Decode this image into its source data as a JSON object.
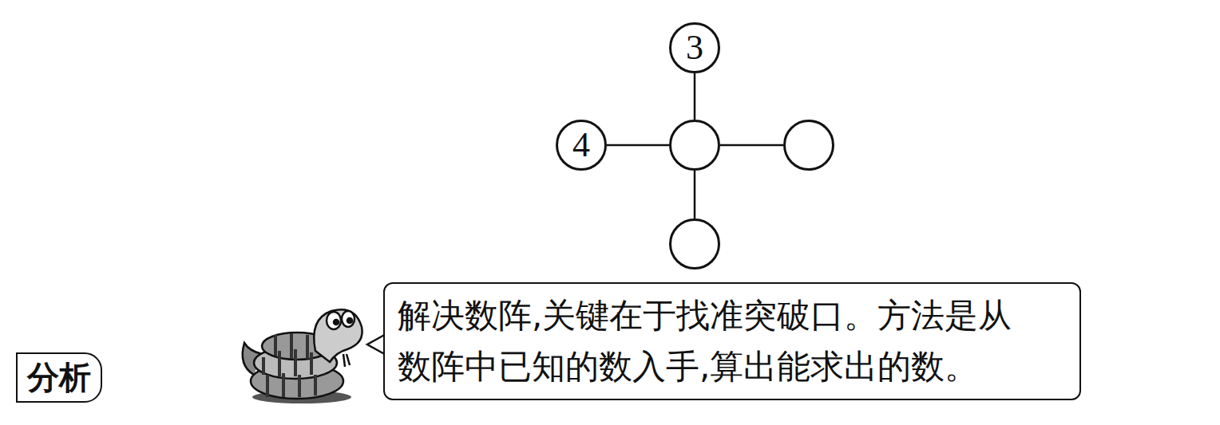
{
  "diagram": {
    "nodes": [
      {
        "text": [
          "3"
        ]
      },
      {
        "text": [
          "4"
        ]
      },
      {
        "text": []
      },
      {
        "text": []
      },
      {
        "text": []
      },
      {
        "text": [
          "分析"
        ]
      },
      {
        "text": [
          "解决数阵,关键在于找准突破口。方法是从 数阵中已知的数入手,算出能求出的数。"
        ]
      }
    ],
    "edges": [
      {
        "from": 2,
        "to": 0,
        "arrow": "none"
      },
      {
        "from": 2,
        "to": 1,
        "arrow": "none"
      },
      {
        "from": 2,
        "to": 3,
        "arrow": "none"
      },
      {
        "from": 2,
        "to": 4,
        "arrow": "none"
      }
    ]
  }
}
